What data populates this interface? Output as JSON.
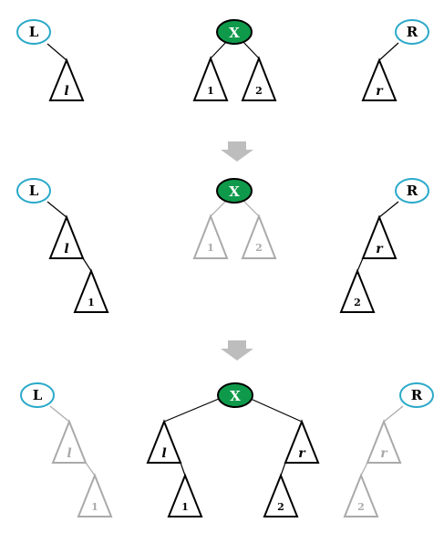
{
  "diagram": {
    "stage1": {
      "left_root": "L",
      "center_root": "X",
      "right_root": "R",
      "left_subtree": "l",
      "center_left_subtree": "1",
      "center_right_subtree": "2",
      "right_subtree": "r"
    },
    "stage2": {
      "left_root": "L",
      "center_root": "X",
      "right_root": "R",
      "left_subtree": "l",
      "left_attached": "1",
      "right_subtree": "r",
      "right_attached": "2",
      "ghost_left": "1",
      "ghost_right": "2"
    },
    "stage3": {
      "left_root": "L",
      "center_root": "X",
      "right_root": "R",
      "center_left_subtree": "l",
      "center_left_child": "1",
      "center_right_subtree": "r",
      "center_right_child": "2",
      "ghost_left_subtree": "l",
      "ghost_left_child": "1",
      "ghost_right_subtree": "r",
      "ghost_right_child": "2"
    },
    "colors": {
      "accent_node_fill": "#0e9a4a",
      "outline_node": "#2aa9c9",
      "line": "#000000",
      "ghost": "#aaaaaa",
      "arrow": "#bdbdbd"
    }
  }
}
